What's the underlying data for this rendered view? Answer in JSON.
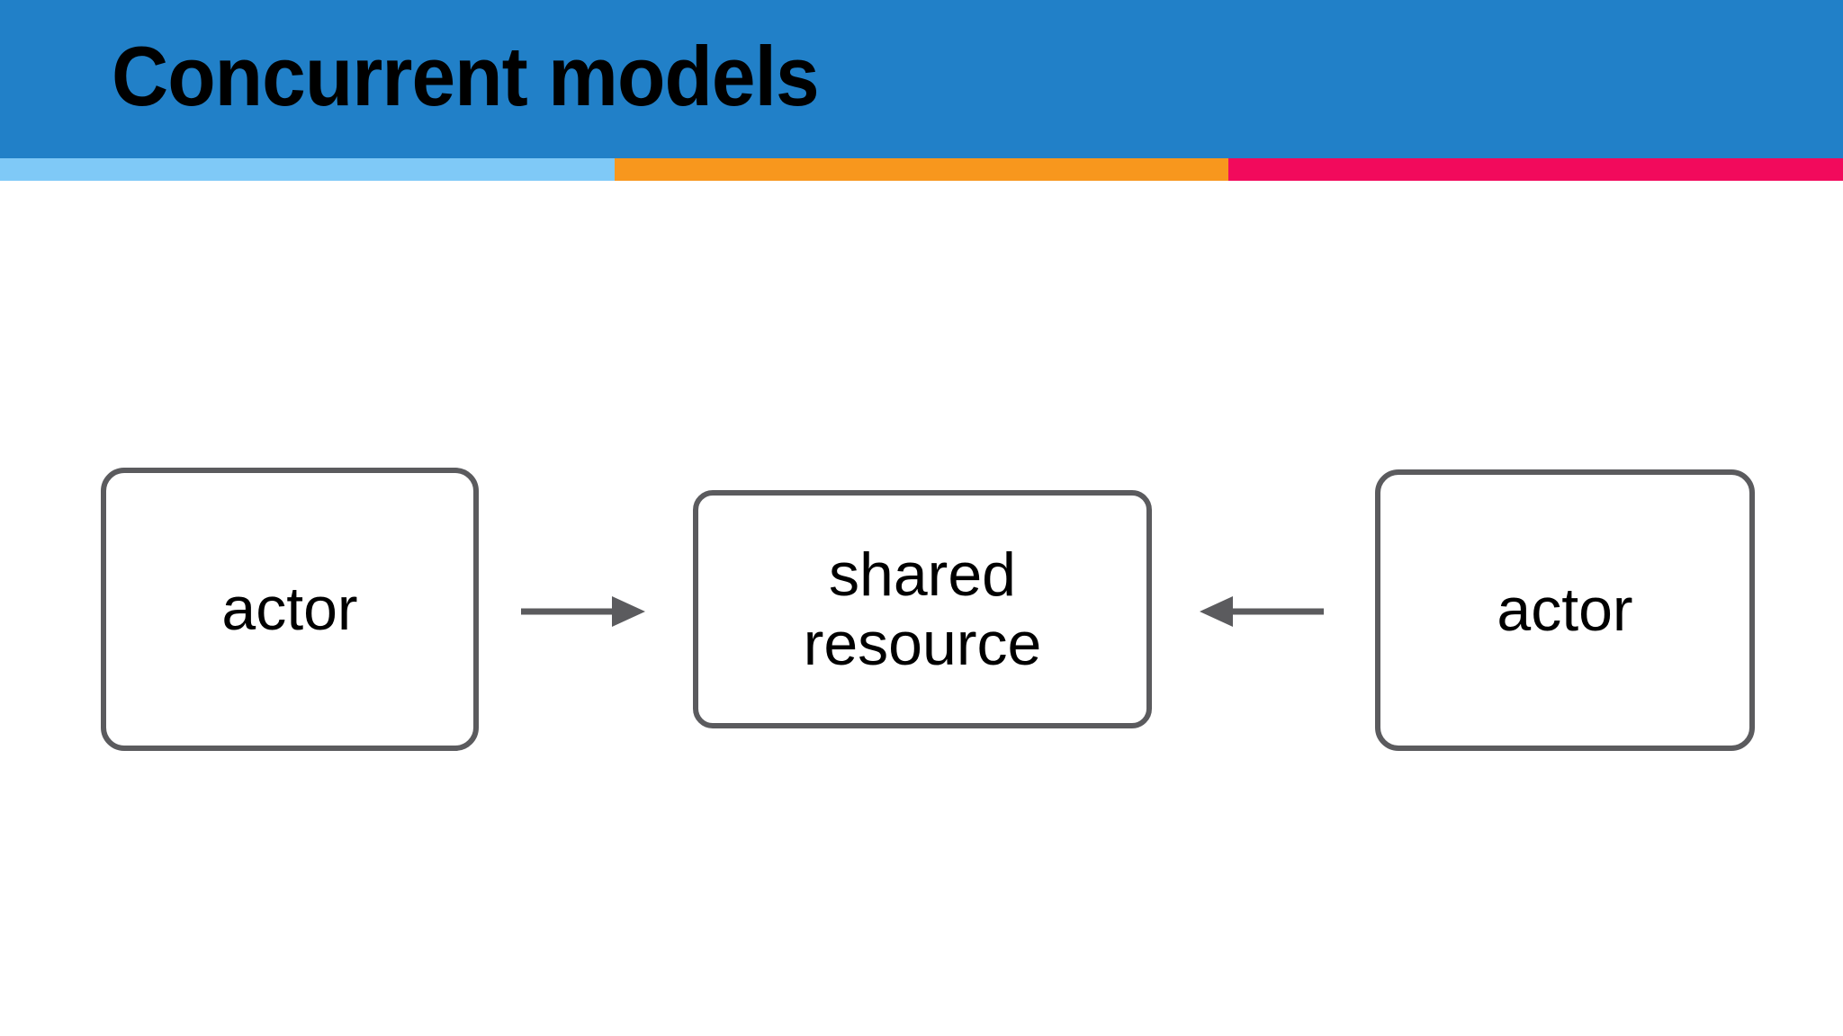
{
  "slide": {
    "title": "Concurrent models",
    "background_color": "#FFFFFF"
  },
  "header": {
    "band_color": "#2180C8",
    "title": "Concurrent models",
    "title_color": "#000000"
  },
  "accent_rule": {
    "segments": [
      {
        "name": "light-blue",
        "color": "#7FC9F7"
      },
      {
        "name": "orange",
        "color": "#F8971D"
      },
      {
        "name": "pink",
        "color": "#F20A5C"
      }
    ]
  },
  "diagram": {
    "type": "node-and-arrow",
    "border_color": "#5B5B5E",
    "fill_color": "#FFFFFF",
    "nodes": [
      {
        "id": "actor-left",
        "label": "actor"
      },
      {
        "id": "shared-resource",
        "label": "shared\nresource"
      },
      {
        "id": "actor-right",
        "label": "actor"
      }
    ],
    "edges": [
      {
        "id": "actor-left-to-shared-resource",
        "from": "actor-left",
        "to": "shared-resource",
        "direction": "right"
      },
      {
        "id": "actor-right-to-shared-resource",
        "from": "actor-right",
        "to": "shared-resource",
        "direction": "left"
      }
    ]
  }
}
